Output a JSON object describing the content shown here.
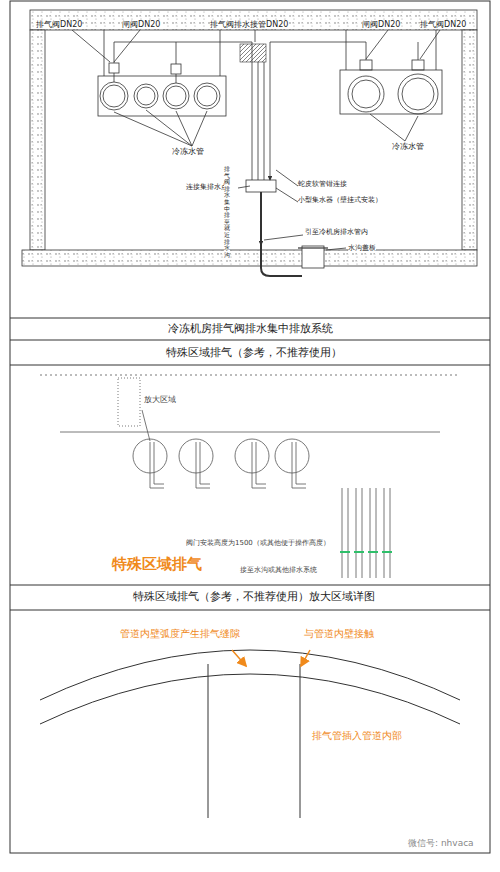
{
  "diagram": {
    "caption": "冷冻机房排气阀排水集中排放系统",
    "labels": [
      "排气阀DN20",
      "闸阀DN20",
      "排气阀排水接管DN20",
      "闸阀DN20",
      "排气阀DN20",
      "冷冻水管",
      "冷冻水管",
      "连接集排水点",
      "蛇皮软管钳连接",
      "小型集水器（壁挂式安装）",
      "排气阀排水集中排至就近排水沟",
      "引至冷机房排水管内",
      "水沟盖板",
      "特殊区域排气（参考，不推荐使用）",
      "放大区域",
      "阀门安装高度为1500（或其他便于操作高度）",
      "特殊区域排气",
      "接至水沟或其他排水系统",
      "特殊区域排气（参考，不推荐使用）放大区域详图",
      "管道内壁弧度产生排气缝隙",
      "与管道内壁接触",
      "排气管插入管道内部",
      "微信号: nhvaca"
    ]
  }
}
